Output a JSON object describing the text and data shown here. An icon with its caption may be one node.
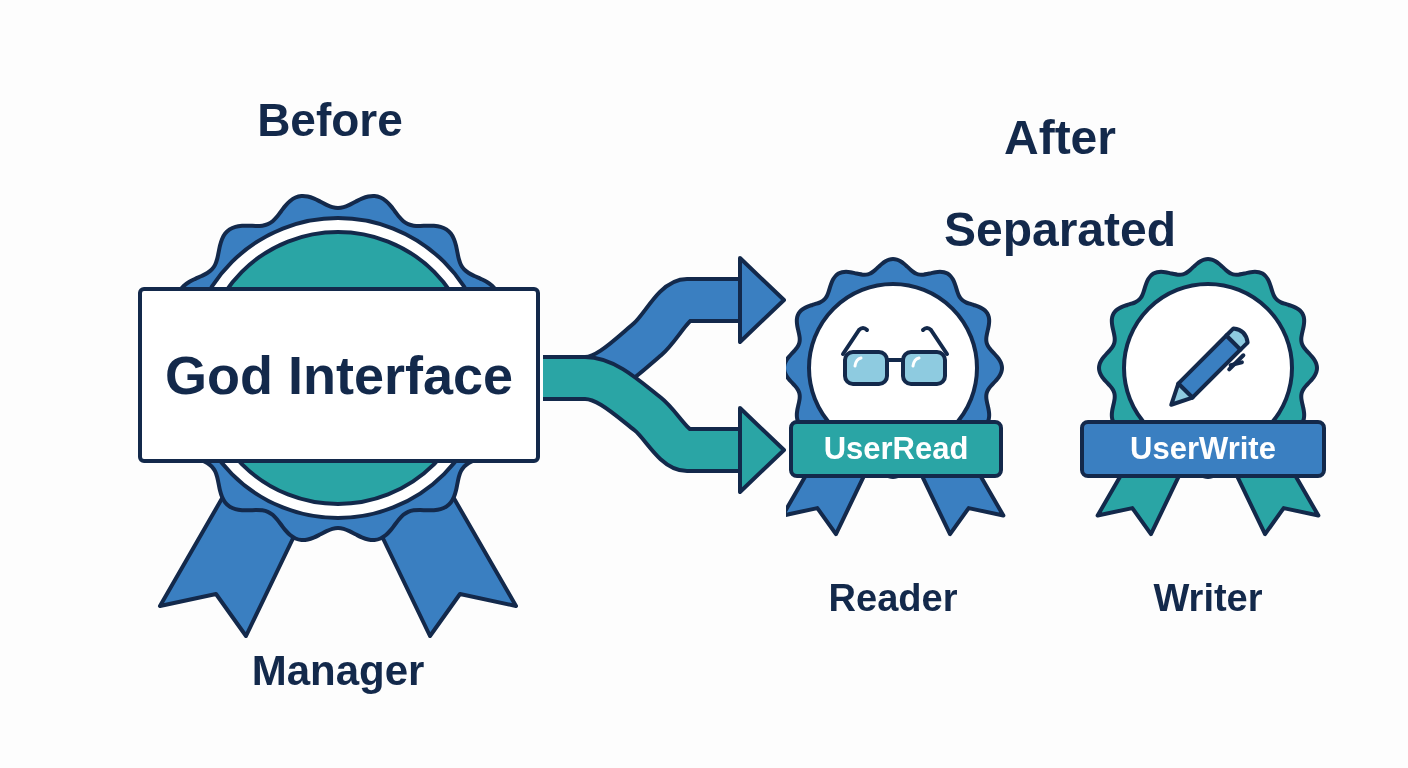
{
  "diagram": {
    "nodes": [
      {
        "text": [
          "God Interface"
        ],
        "beside": [
          "Manager"
        ]
      },
      {
        "text": [
          "UserRead"
        ],
        "beside": [
          "Reader"
        ]
      },
      {
        "text": [
          "UserWrite"
        ],
        "beside": [
          "Writer"
        ]
      }
    ],
    "edges": [
      {
        "from": 0,
        "to": 1,
        "arrow": "to",
        "color": "#3a7fc1"
      },
      {
        "from": 0,
        "to": 1,
        "arrow": "to",
        "color": "#2aa5a5"
      }
    ],
    "labels": [
      "Before",
      "After Separated"
    ]
  }
}
